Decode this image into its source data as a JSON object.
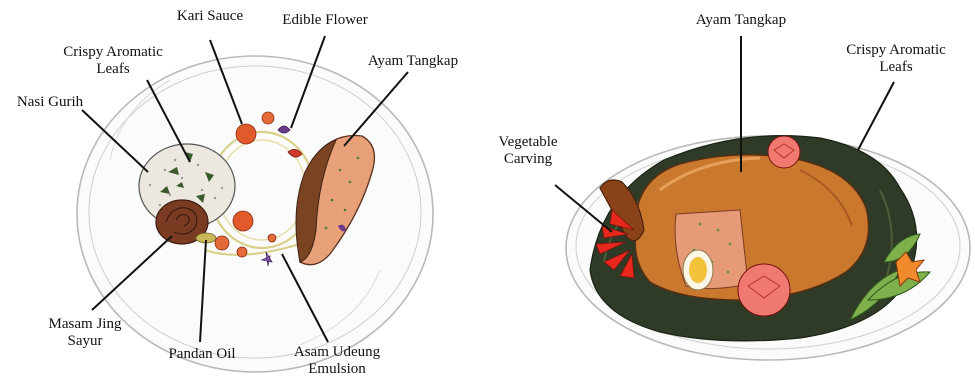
{
  "left_dish": {
    "labels": {
      "kari_sauce": "Kari Sauce",
      "edible_flower": "Edible Flower",
      "crispy_line1": "Crispy Aromatic",
      "crispy_line2": "Leafs",
      "ayam_tangkap": "Ayam Tangkap",
      "nasi_gurih": "Nasi Gurih",
      "masam_line1": "Masam Jing",
      "masam_line2": "Sayur",
      "pandan_oil": "Pandan Oil",
      "asam_line1": "Asam Udeung",
      "asam_line2": "Emulsion"
    }
  },
  "right_dish": {
    "labels": {
      "ayam_tangkap": "Ayam Tangkap",
      "crispy_line1": "Crispy Aromatic",
      "crispy_line2": "Leafs",
      "veg_line1": "Vegetable",
      "veg_line2": "Carving"
    }
  }
}
